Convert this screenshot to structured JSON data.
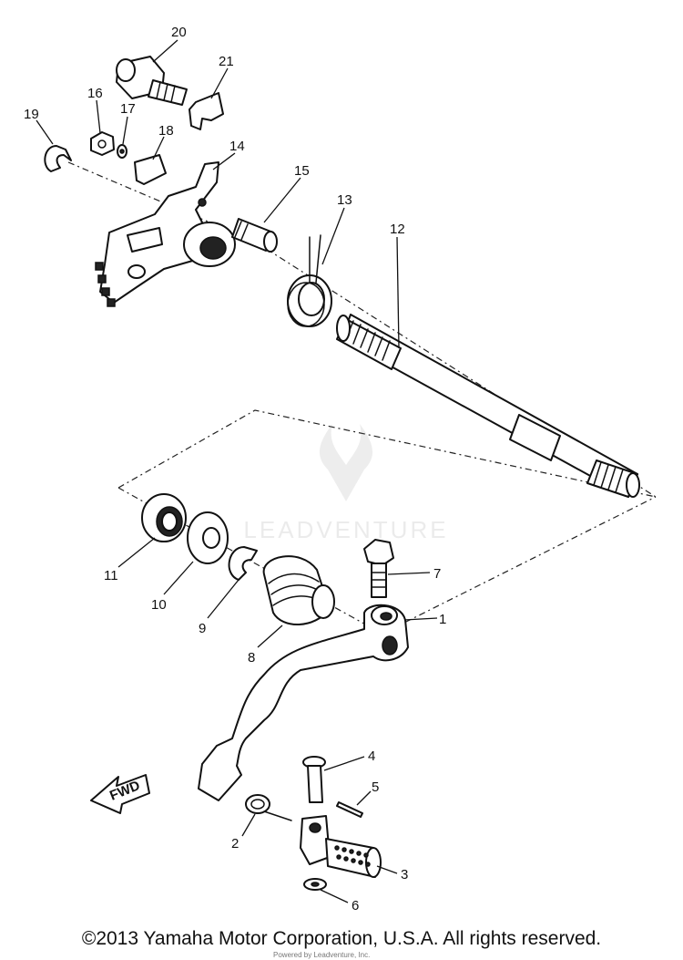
{
  "diagram": {
    "labels": {
      "p1": "1",
      "p2": "2",
      "p3": "3",
      "p4": "4",
      "p5": "5",
      "p6": "6",
      "p7": "7",
      "p8": "8",
      "p9": "9",
      "p10": "10",
      "p11": "11",
      "p12": "12",
      "p13": "13",
      "p14": "14",
      "p15": "15",
      "p16": "16",
      "p17": "17",
      "p18": "18",
      "p19": "19",
      "p20": "20",
      "p21": "21"
    },
    "fwd_label": "FWD"
  },
  "watermark": {
    "text": "LEADVENTURE"
  },
  "footer": {
    "copyright": "©2013 Yamaha Motor Corporation, U.S.A. All rights reserved.",
    "credit": "Powered by Leadventure, Inc."
  }
}
